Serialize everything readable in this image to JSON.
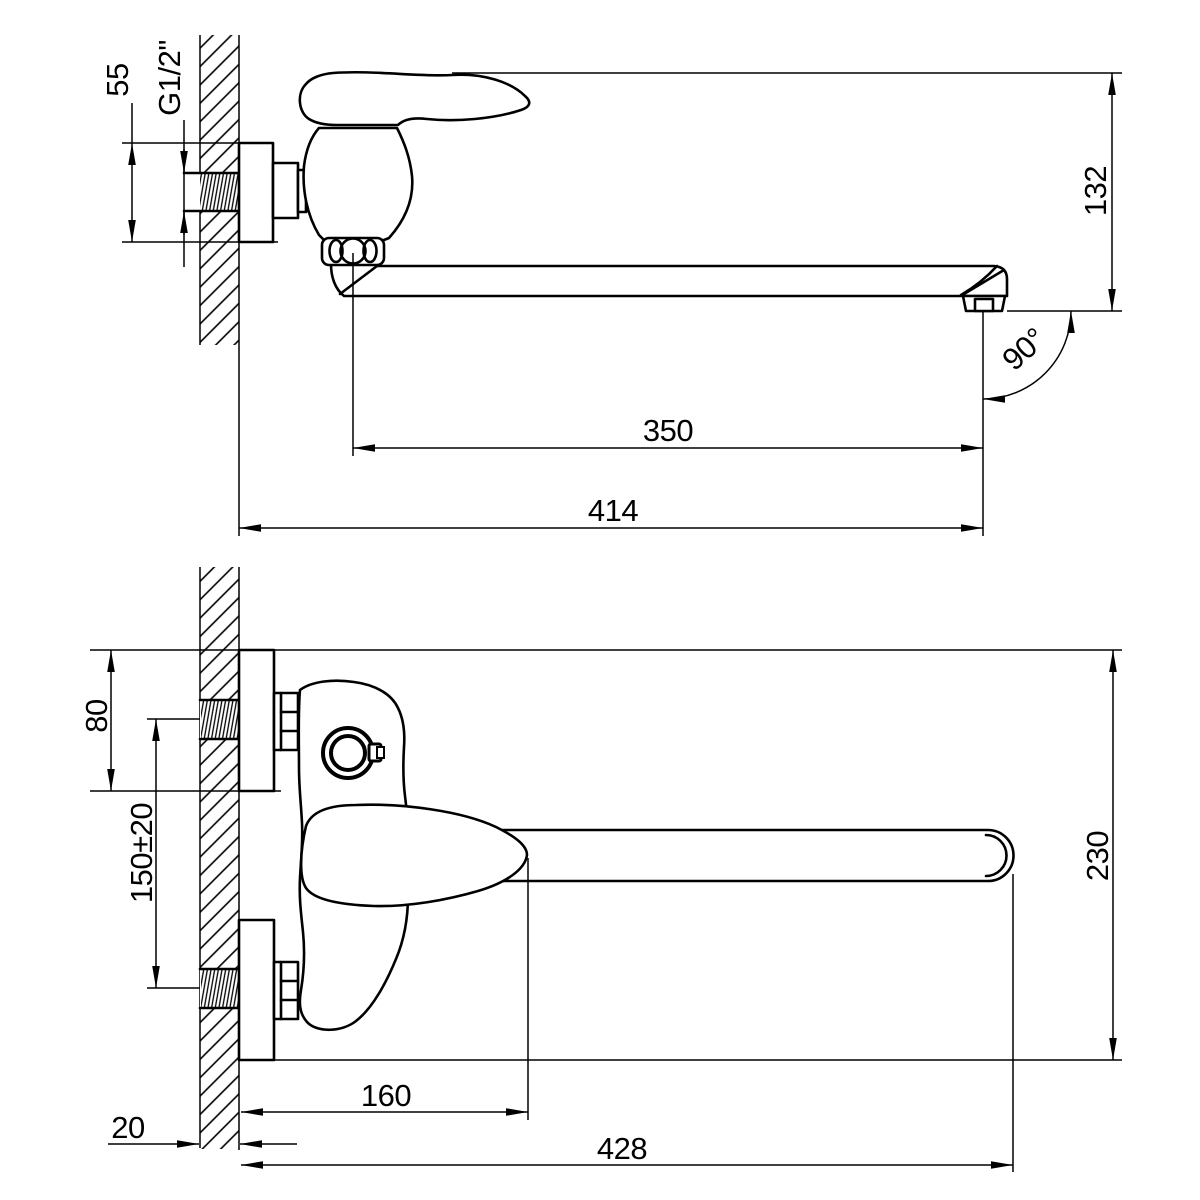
{
  "side_view": {
    "labels": {
      "offset_55": "55",
      "thread": "G1/2\"",
      "height_132": "132",
      "angle_90": "90°",
      "reach_350": "350",
      "reach_414": "414"
    }
  },
  "front_view": {
    "labels": {
      "flange_80": "80",
      "centers_150": "150±20",
      "height_230": "230",
      "depth_160": "160",
      "wall_20": "20",
      "width_428": "428"
    }
  }
}
